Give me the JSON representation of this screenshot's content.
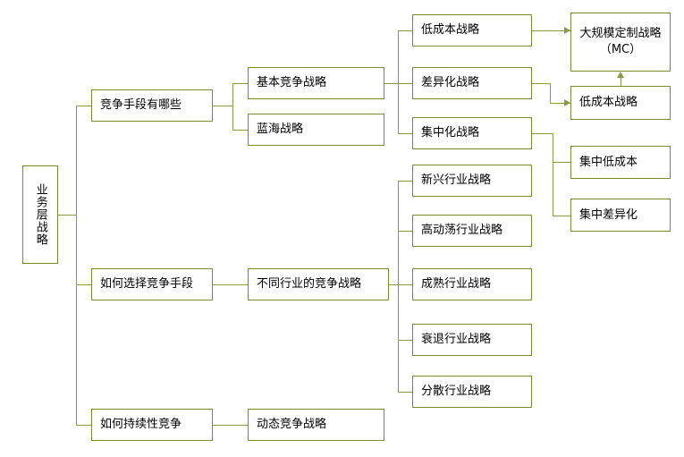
{
  "diagram": {
    "title": "业务层战略",
    "root": {
      "label": "业务层战略"
    },
    "level2": [
      {
        "label": "竞争手段有哪些"
      },
      {
        "label": "如何选择竞争手段"
      },
      {
        "label": "如何持续性竞争"
      }
    ],
    "level3": [
      {
        "label": "基本竞争战略"
      },
      {
        "label": "蓝海战略"
      },
      {
        "label": "不同行业的竞争战略"
      },
      {
        "label": "动态竞争战略"
      }
    ],
    "level4_basic": [
      {
        "label": "低成本战略"
      },
      {
        "label": "差异化战略"
      },
      {
        "label": "集中化战略"
      }
    ],
    "level4_industry": [
      {
        "label": "新兴行业战略"
      },
      {
        "label": "高动荡行业战略"
      },
      {
        "label": "成熟行业战略"
      },
      {
        "label": "衰退行业战略"
      },
      {
        "label": "分散行业战略"
      }
    ],
    "level5": [
      {
        "label": "大规模定制战略（MC）"
      },
      {
        "label": "低成本战略"
      },
      {
        "label": "集中低成本"
      },
      {
        "label": "集中差异化"
      }
    ],
    "colors": {
      "border": "#7a8a33",
      "connector": "#8a9a46",
      "background": "#ffffff",
      "text": "#000000"
    }
  }
}
